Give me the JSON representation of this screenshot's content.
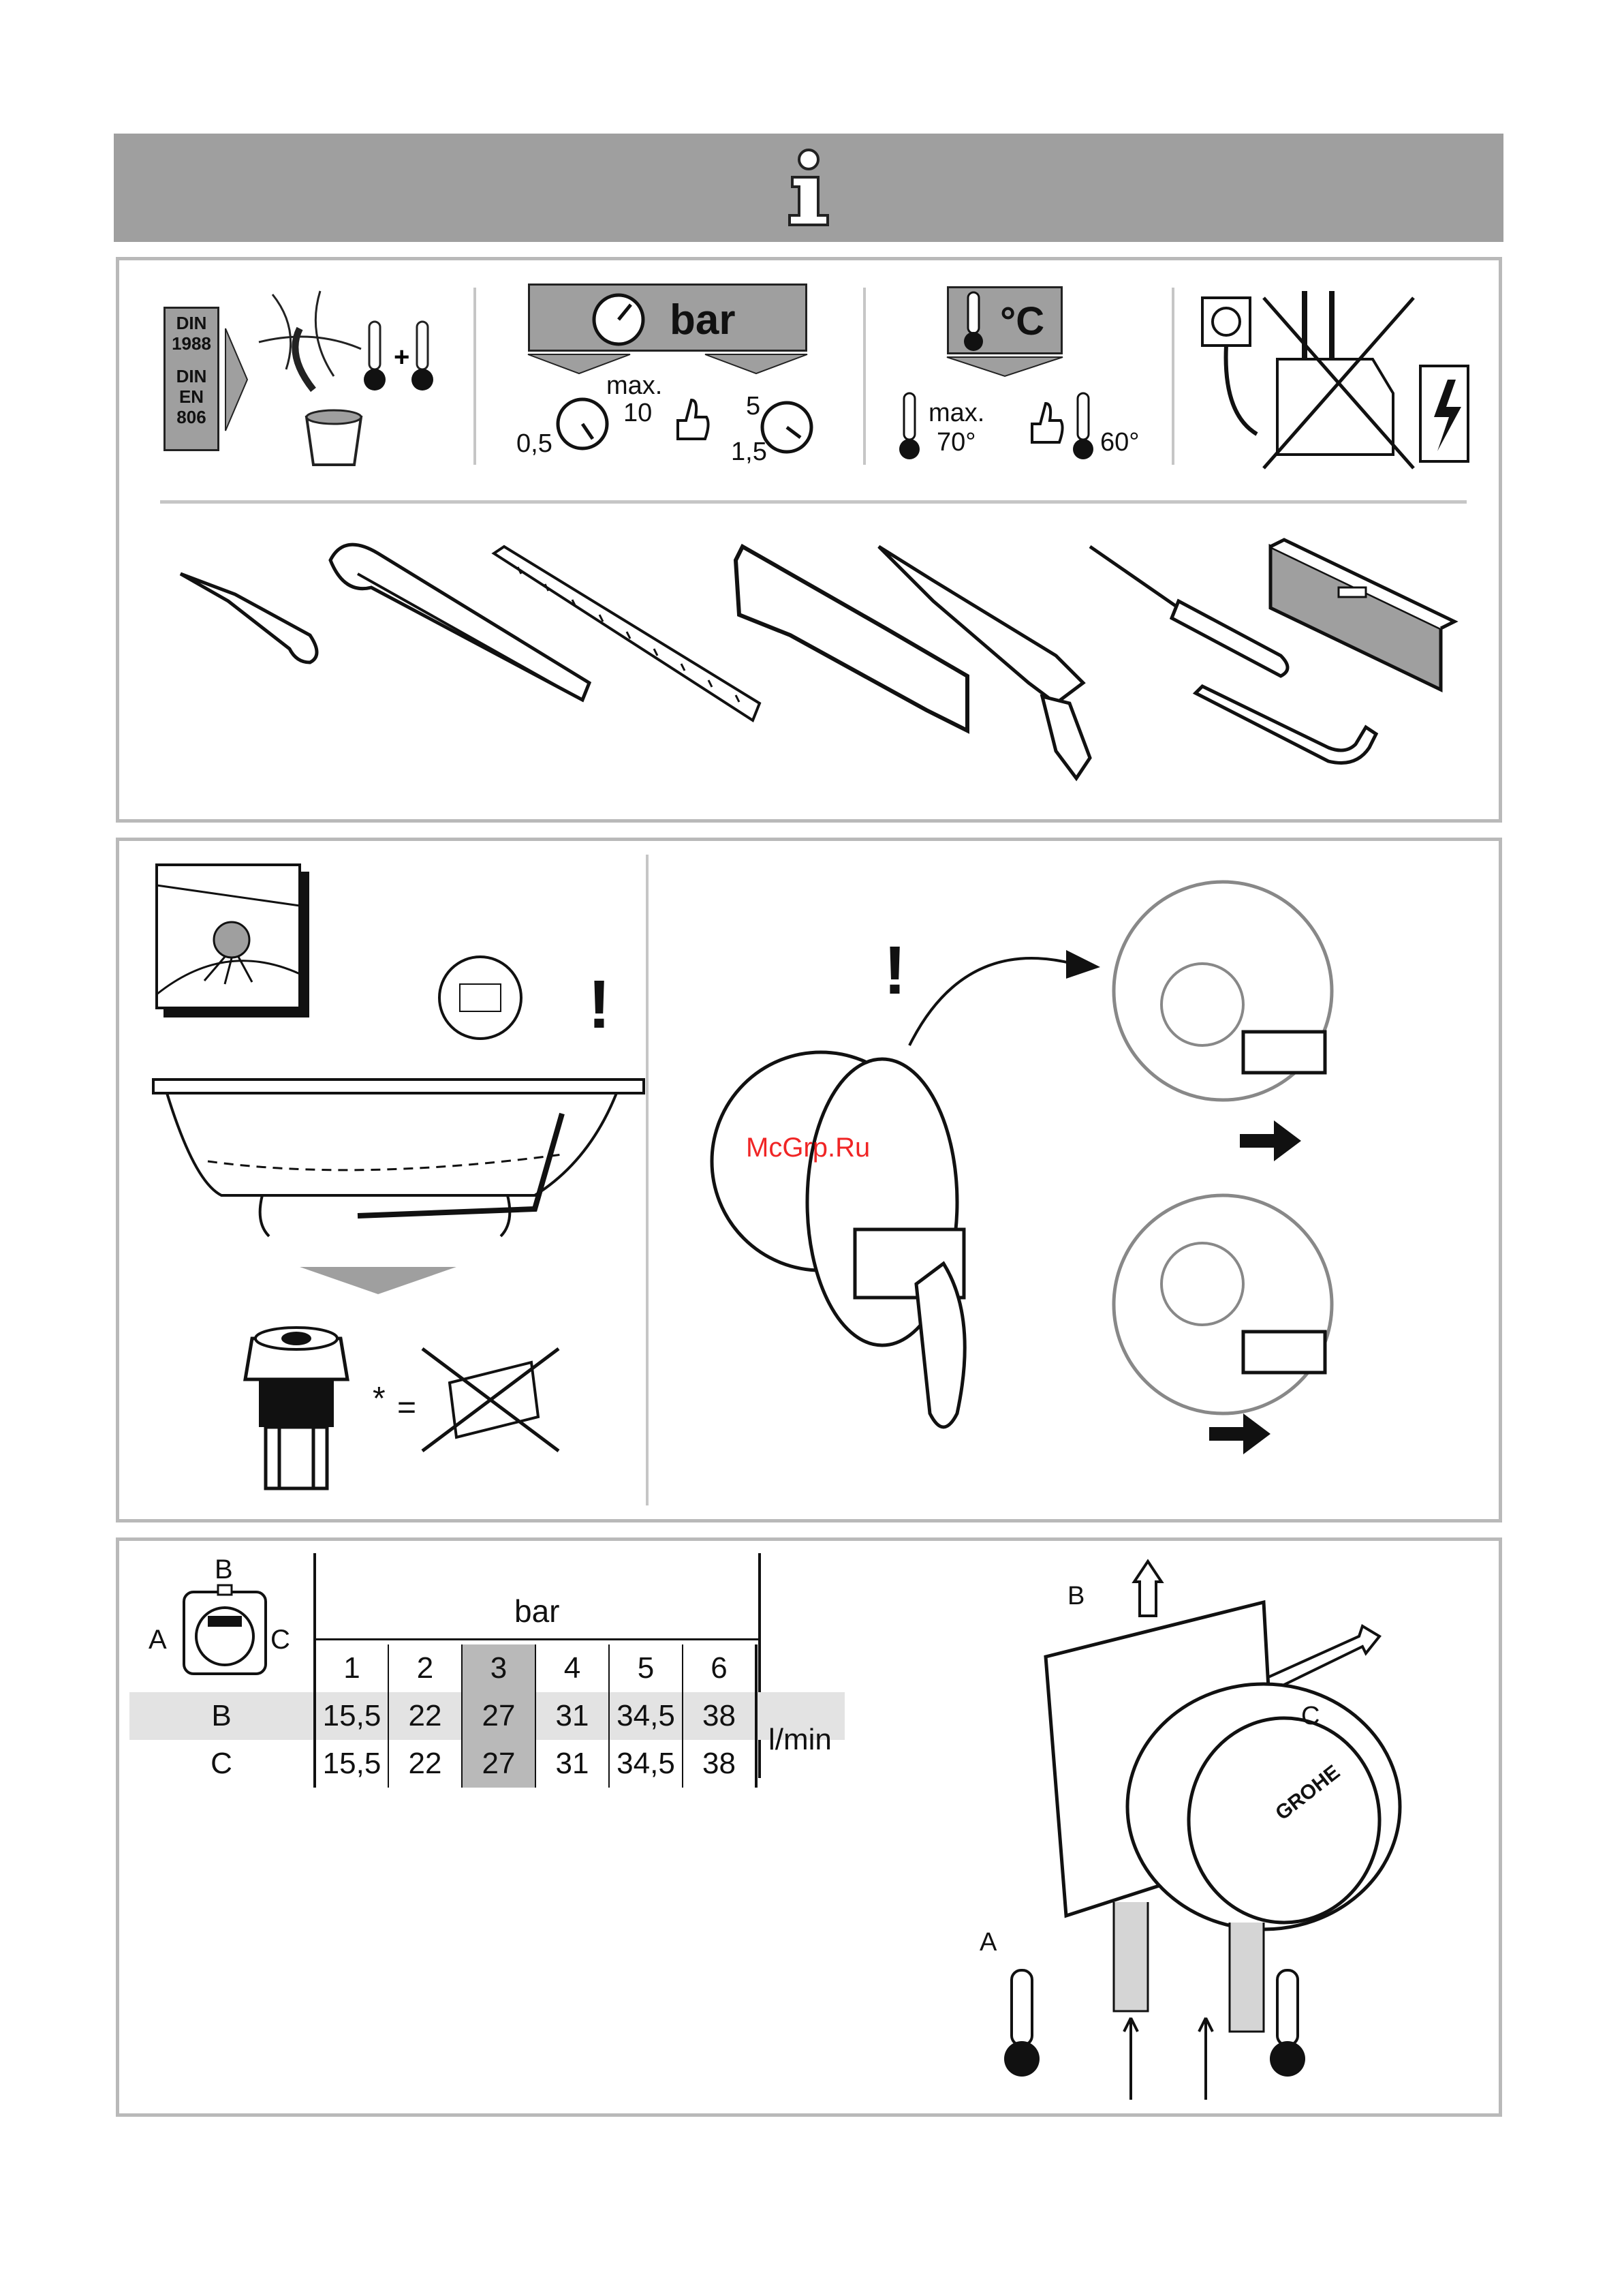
{
  "header": {
    "icon": "info-icon"
  },
  "requirements": {
    "din_box": [
      "DIN",
      "1988",
      "DIN",
      "EN",
      "806"
    ],
    "pressure": {
      "unit": "bar",
      "max_label": "max.",
      "max_value": "10",
      "min_value": "0,5",
      "rec_high": "5",
      "rec_low": "1,5"
    },
    "temperature": {
      "unit": "°C",
      "max_label": "max.",
      "max_value": "70°",
      "rec_value": "60°"
    },
    "electrical": {
      "icon": "electric-shock-warning-icon"
    }
  },
  "tools": [
    "utility-knife-icon",
    "pipe-wrench-icon",
    "ruler-icon",
    "hacksaw-icon",
    "silicone-gun-icon",
    "screwdriver-icon",
    "hex-key-icon",
    "spirit-level-icon"
  ],
  "installation": {
    "attention": "!",
    "formula_star": "*",
    "formula_eq": "="
  },
  "watermark": "McGrp.Ru",
  "flow_table": {
    "diagram_labels": {
      "b": "B",
      "a": "A",
      "c": "C"
    },
    "unit_header": "bar",
    "pressures": [
      "1",
      "2",
      "3",
      "4",
      "5",
      "6"
    ],
    "highlight_column": "3",
    "rows": [
      {
        "label": "B",
        "values": [
          "15,5",
          "22",
          "27",
          "31",
          "34,5",
          "38"
        ]
      },
      {
        "label": "C",
        "values": [
          "15,5",
          "22",
          "27",
          "31",
          "34,5",
          "38"
        ]
      }
    ],
    "flow_unit": "l/min"
  },
  "body_labels": {
    "b": "B",
    "c": "C",
    "a": "A",
    "brand": "GROHE"
  }
}
